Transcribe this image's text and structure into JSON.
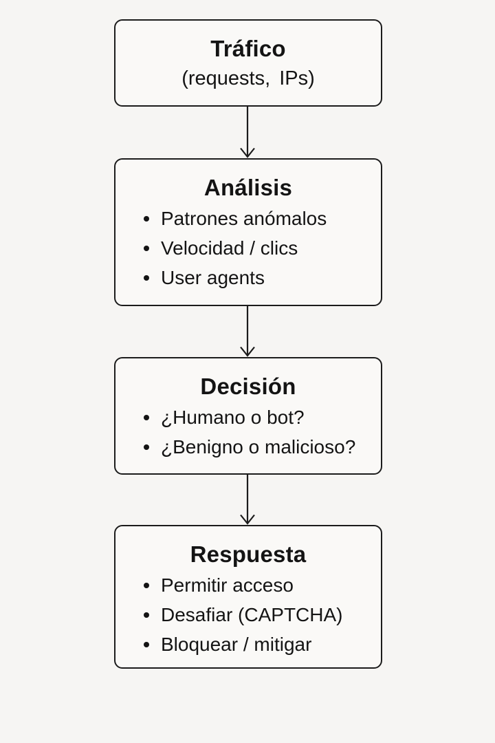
{
  "page": {
    "background_color": "#f6f5f3",
    "box_fill_color": "#faf9f7",
    "line_color": "#1b1b1b",
    "text_color": "#141414"
  },
  "diagram": {
    "type": "vertical-flowchart",
    "arrow_icon": "arrow-down-icon",
    "nodes": [
      {
        "id": "trafico",
        "title": "Tráfico",
        "subtitle": "(requests, IPs)",
        "bullets": []
      },
      {
        "id": "analisis",
        "title": "Análisis",
        "bullets": [
          "Patrones anómalos",
          "Velocidad / clics",
          "User agents"
        ]
      },
      {
        "id": "decision",
        "title": "Decisión",
        "bullets": [
          "¿Humano o bot?",
          "¿Benigno o malicioso?"
        ]
      },
      {
        "id": "respuesta",
        "title": "Respuesta",
        "bullets": [
          "Permitir acceso",
          "Desafiar (CAPTCHA)",
          "Bloquear / mitigar"
        ]
      }
    ]
  }
}
